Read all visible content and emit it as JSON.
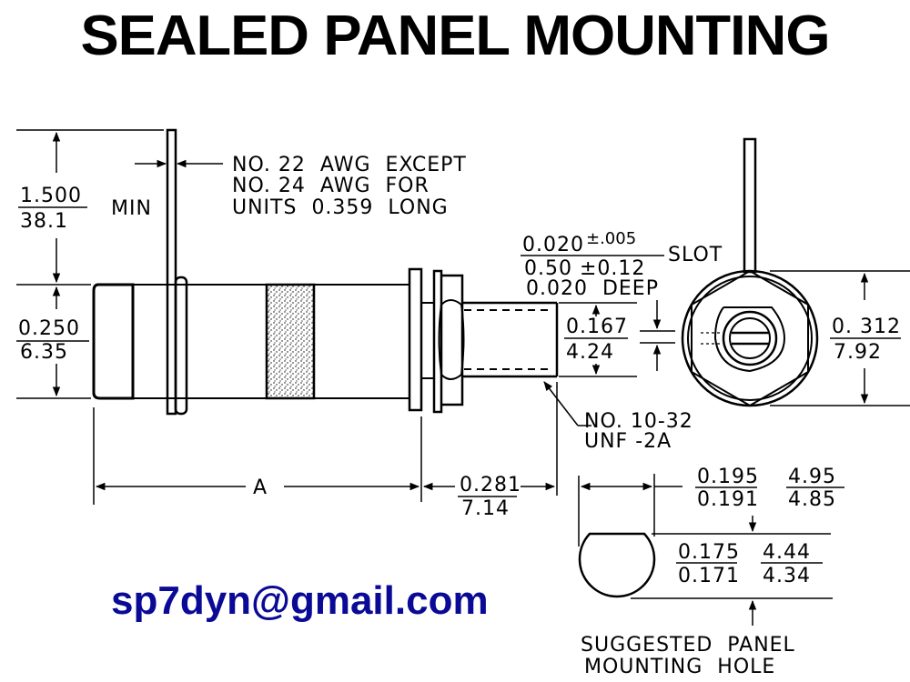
{
  "title": "SEALED PANEL MOUNTING",
  "email": "sp7dyn@gmail.com",
  "colors": {
    "ink": "#000000",
    "email": "#0a0a96",
    "background": "#ffffff"
  },
  "side_view": {
    "lead_length": {
      "inch": "1.500",
      "mm": "38.1",
      "note": "MIN"
    },
    "wire_note": [
      "NO. 22  AWG  EXCEPT",
      "NO. 24  AWG  FOR",
      "UNITS  0.359  LONG"
    ],
    "body_diameter": {
      "inch": "0.250",
      "mm": "6.35"
    },
    "thread_diameter": {
      "inch": "0.167",
      "mm": "4.24"
    },
    "thread_spec": [
      "NO. 10-32",
      "UNF -2A"
    ],
    "length_a": "A",
    "thread_length": {
      "inch": "0.281",
      "mm": "7.14"
    }
  },
  "end_view": {
    "slot_width": {
      "inch": "0.020",
      "inch_tol": "±.005",
      "mm": "0.50 ±0.12",
      "label": "SLOT"
    },
    "slot_depth": "0.020  DEEP",
    "hex_flats": {
      "inch": "0. 312",
      "mm": "7.92"
    }
  },
  "panel_hole": {
    "width": {
      "inch_max": "0.195",
      "inch_min": "0.191",
      "mm_max": "4.95",
      "mm_min": "4.85"
    },
    "flat": {
      "inch_max": "0.175",
      "inch_min": "0.171",
      "mm_max": "4.44",
      "mm_min": "4.34"
    },
    "caption": [
      "SUGGESTED  PANEL",
      "MOUNTING  HOLE"
    ]
  }
}
